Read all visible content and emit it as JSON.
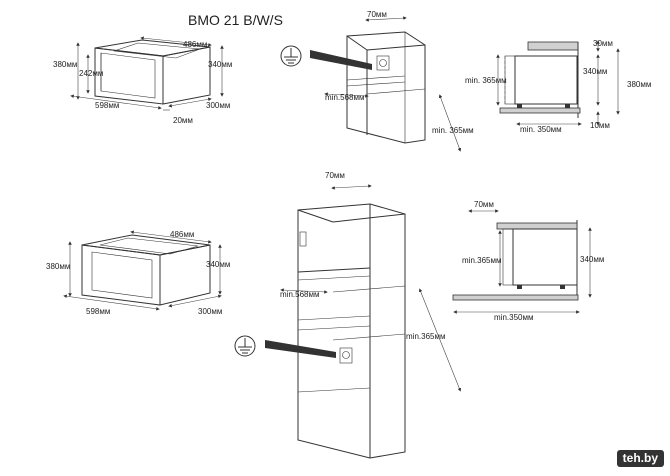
{
  "title": "BMO 21 B/W/S",
  "watermark": "teh.by",
  "diagram1": {
    "w486": "486мм",
    "h380": "380мм",
    "h242": "242мм",
    "h340": "340мм",
    "w598": "598мм",
    "d300": "300мм",
    "d20": "20мм"
  },
  "cabinet1": {
    "w70": "70мм",
    "min568": "min.568мм",
    "min365": "min. 365мм"
  },
  "side1": {
    "d30": "30мм",
    "min365": "min. 365мм",
    "h340": "340мм",
    "h380": "380мм",
    "min350": "min. 350мм",
    "d10": "10мм"
  },
  "diagram2": {
    "w486": "486мм",
    "h380": "380мм",
    "h340": "340мм",
    "w598": "598мм",
    "d300": "300мм"
  },
  "cabinet2": {
    "w70": "70мм",
    "min568": "min.568мм",
    "min365": "min.365мм"
  },
  "side2": {
    "w70": "70мм",
    "min365": "min.365мм",
    "h340": "340мм",
    "min350": "min.350мм"
  },
  "icons": [
    "ground-symbol",
    "arrow-icon"
  ]
}
